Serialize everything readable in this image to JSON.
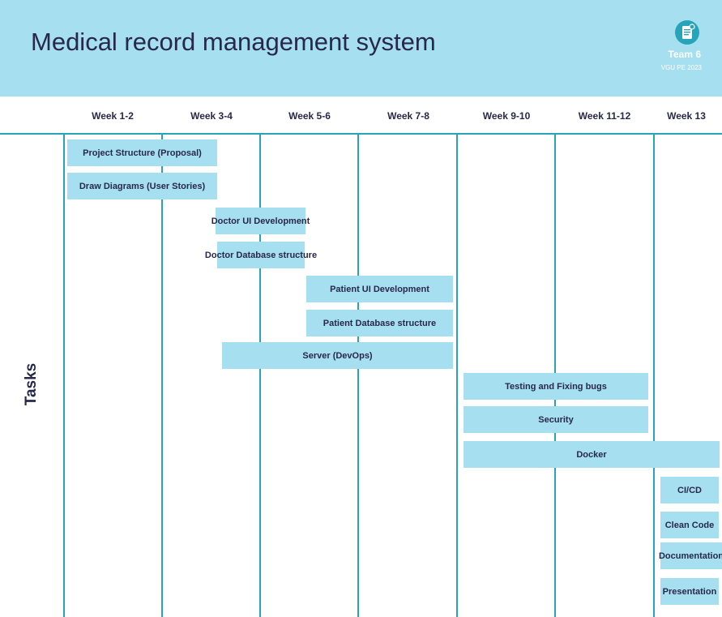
{
  "header": {
    "title": "Medical record management system",
    "team": "Team 6",
    "subtitle": "VGU PE 2023",
    "logo_icon": "document-icon"
  },
  "axis": {
    "y_label": "Tasks",
    "weeks": [
      "Week 1-2",
      "Week 3-4",
      "Week 5-6",
      "Week 7-8",
      "Week 9-10",
      "Week 11-12",
      "Week 13"
    ]
  },
  "tasks": [
    "Project Structure (Proposal)",
    "Draw Diagrams (User Stories)",
    "Doctor UI Development",
    "Doctor Database structure",
    "Patient UI Development",
    "Patient Database structure",
    "Server (DevOps)",
    "Testing and Fixing bugs",
    "Security",
    "Docker",
    "CI/CD",
    "Clean Code",
    "Documentation",
    "Presentation"
  ],
  "colors": {
    "header_bg": "#a6dff0",
    "bar": "#a6dff0",
    "grid_line": "#27a4b8",
    "text": "#28284a",
    "header_text_light": "#ffffff"
  }
}
